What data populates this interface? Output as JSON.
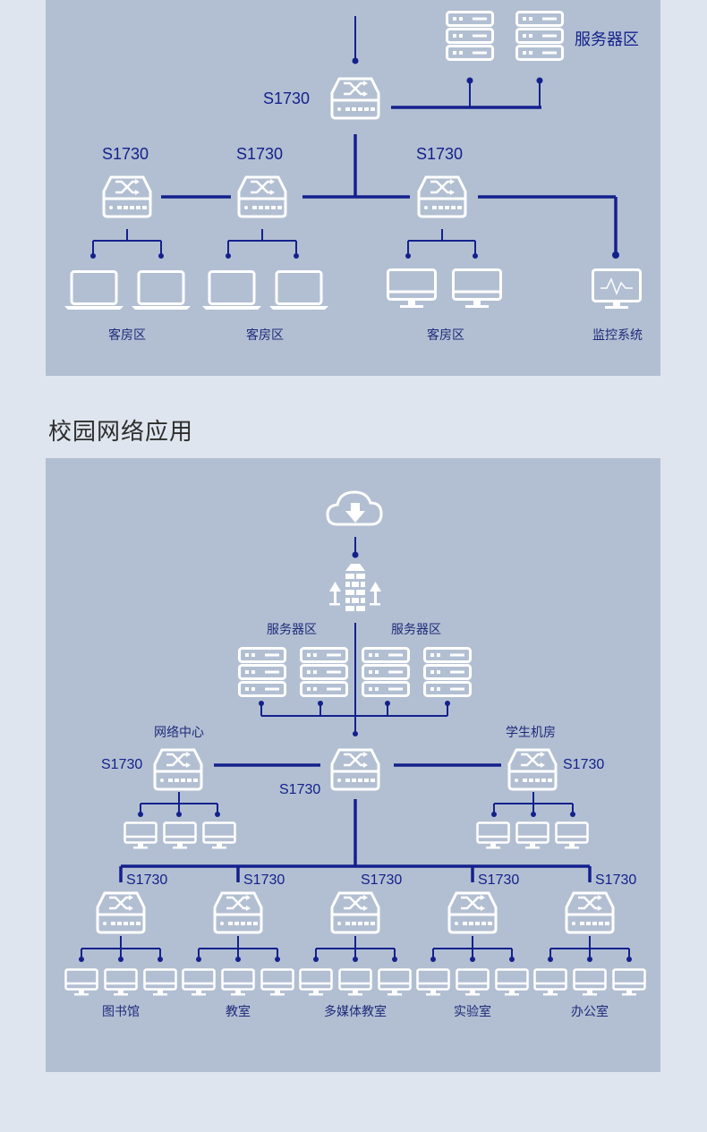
{
  "section_title": "校园网络应用",
  "hotel": {
    "core_switch": "S1730",
    "server_zone": "服务器区",
    "branches": [
      {
        "switch": "S1730",
        "zone": "客房区"
      },
      {
        "switch": "S1730",
        "zone": "客房区"
      },
      {
        "switch": "S1730",
        "zone": "客房区"
      }
    ],
    "monitor_zone": "监控系统"
  },
  "campus": {
    "server_zones": [
      "服务器区",
      "服务器区"
    ],
    "core_switch": "S1730",
    "network_center": {
      "label": "网络中心",
      "switch": "S1730"
    },
    "student_lab": {
      "label": "学生机房",
      "switch": "S1730"
    },
    "branches": [
      {
        "switch": "S1730",
        "zone": "图书馆"
      },
      {
        "switch": "S1730",
        "zone": "教室"
      },
      {
        "switch": "S1730",
        "zone": "多媒体教室"
      },
      {
        "switch": "S1730",
        "zone": "实验室"
      },
      {
        "switch": "S1730",
        "zone": "办公室"
      }
    ]
  },
  "icons": {
    "switch": "switch-icon",
    "server": "server-rack-icon",
    "laptop": "laptop-icon",
    "desktop": "desktop-monitor-icon",
    "monitor": "surveillance-monitor-icon",
    "cloud": "cloud-download-icon",
    "firewall": "firewall-icon"
  },
  "colors": {
    "line": "#14218c",
    "panel": "#b2bfd2",
    "background": "#dfe5ee",
    "icon": "#ffffff"
  }
}
